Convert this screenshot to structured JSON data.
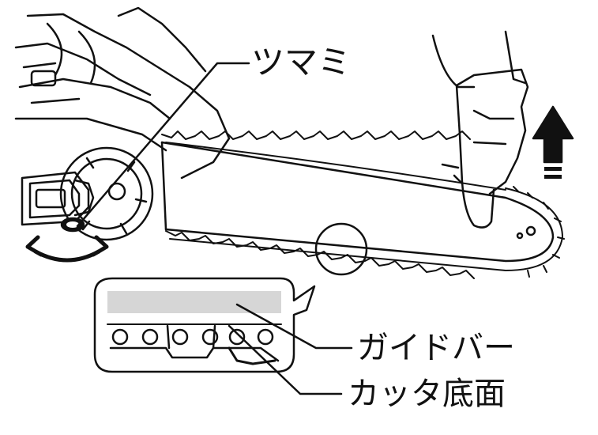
{
  "labels": {
    "knob": "ツマミ",
    "guide_bar": "ガイドバー",
    "cutter_bottom": "カッタ底面"
  },
  "icons": {
    "rotate": "double-arrow-rotate-icon",
    "up": "up-arrow-icon"
  },
  "colors": {
    "ink": "#111111",
    "bar_band": "#d6d6d6",
    "paper": "#ffffff"
  }
}
